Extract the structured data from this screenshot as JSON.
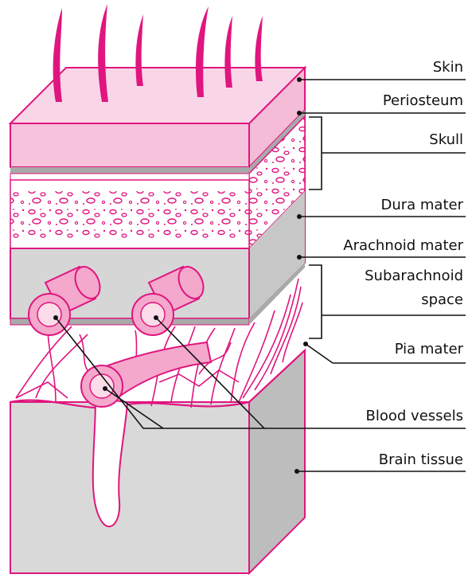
{
  "labels": {
    "skin": "Skin",
    "periosteum": "Periosteum",
    "skull": "Skull",
    "dura_mater": "Dura mater",
    "arachnoid_mater": "Arachnoid mater",
    "subarachnoid_space_line1": "Subarachnoid",
    "subarachnoid_space_line2": "space",
    "pia_mater": "Pia mater",
    "blood_vessels": "Blood vessels",
    "brain_tissue": "Brain tissue"
  },
  "colors": {
    "skin_fill": "#f6c2dc",
    "skin_top": "#f9d6e7",
    "outline": "#e0157f",
    "hair": "#e0157f",
    "gray_layer": "#d6d6d6",
    "gray_side": "#bdbdbd",
    "vessel_fill": "#f4a8cb",
    "leader_line": "#111111"
  }
}
